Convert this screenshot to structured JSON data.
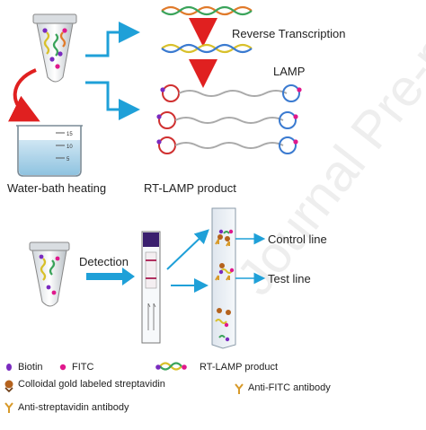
{
  "labels": {
    "reverse_transcription": "Reverse Transcription",
    "lamp": "LAMP",
    "water_bath": "Water-bath heating",
    "rt_lamp_product": "RT-LAMP product",
    "detection": "Detection",
    "control_line": "Control line",
    "test_line": "Test line"
  },
  "legend": {
    "biotin": "Biotin",
    "fitc": "FITC",
    "rt_lamp_product": "RT-LAMP product",
    "gold_streptavidin": "Colloidal gold labeled streptavidin",
    "anti_fitc": "Anti-FITC antibody",
    "anti_streptavidin": "Anti-streptavidin antibody"
  },
  "beaker_ticks": [
    "15",
    "10",
    "5"
  ],
  "watermark": "Journal Pre-proof",
  "colors": {
    "arrow_blue": "#1fa0d8",
    "arrow_red": "#e02020",
    "biotin": "#7a2bbf",
    "fitc": "#e0188c",
    "strip_pad": "#3a1f6e",
    "strip_line": "#b03060",
    "gold": "#b4621d",
    "antibody": "#d89a2a"
  },
  "icons": [
    "tube-icon",
    "beaker-icon",
    "dna-helix-icon",
    "lamp-amplicon-icon",
    "test-strip-icon",
    "antibody-icon",
    "gold-nanoparticle-icon"
  ]
}
